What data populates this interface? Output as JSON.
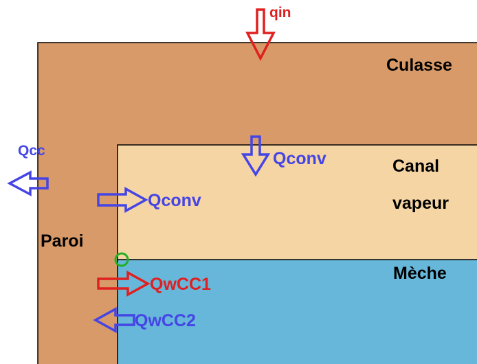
{
  "colors": {
    "culasse_fill": "#d89a68",
    "canal_fill": "#f5d5a3",
    "meche_fill": "#67b7da",
    "outline": "#000000",
    "blue_arrow": "#4545e5",
    "red_arrow": "#e02020",
    "marker": "#22b022"
  },
  "regions": {
    "culasse": "Culasse",
    "canal_line1": "Canal",
    "canal_line2": "vapeur",
    "meche": "Mèche",
    "paroi": "Paroi"
  },
  "flows": {
    "qin": "qin",
    "qcc": "Qcc",
    "qconv_top": "Qconv",
    "qconv_left": "Qconv",
    "qwcc1": "QwCC1",
    "qwcc2": "QwCC2"
  },
  "icons": {
    "qin": "arrow-down-icon",
    "qconv_top": "arrow-down-icon",
    "qcc": "arrow-left-icon",
    "qconv_left": "arrow-right-icon",
    "qwcc1": "arrow-right-icon",
    "qwcc2": "arrow-left-icon",
    "junction": "circle-marker-icon"
  }
}
